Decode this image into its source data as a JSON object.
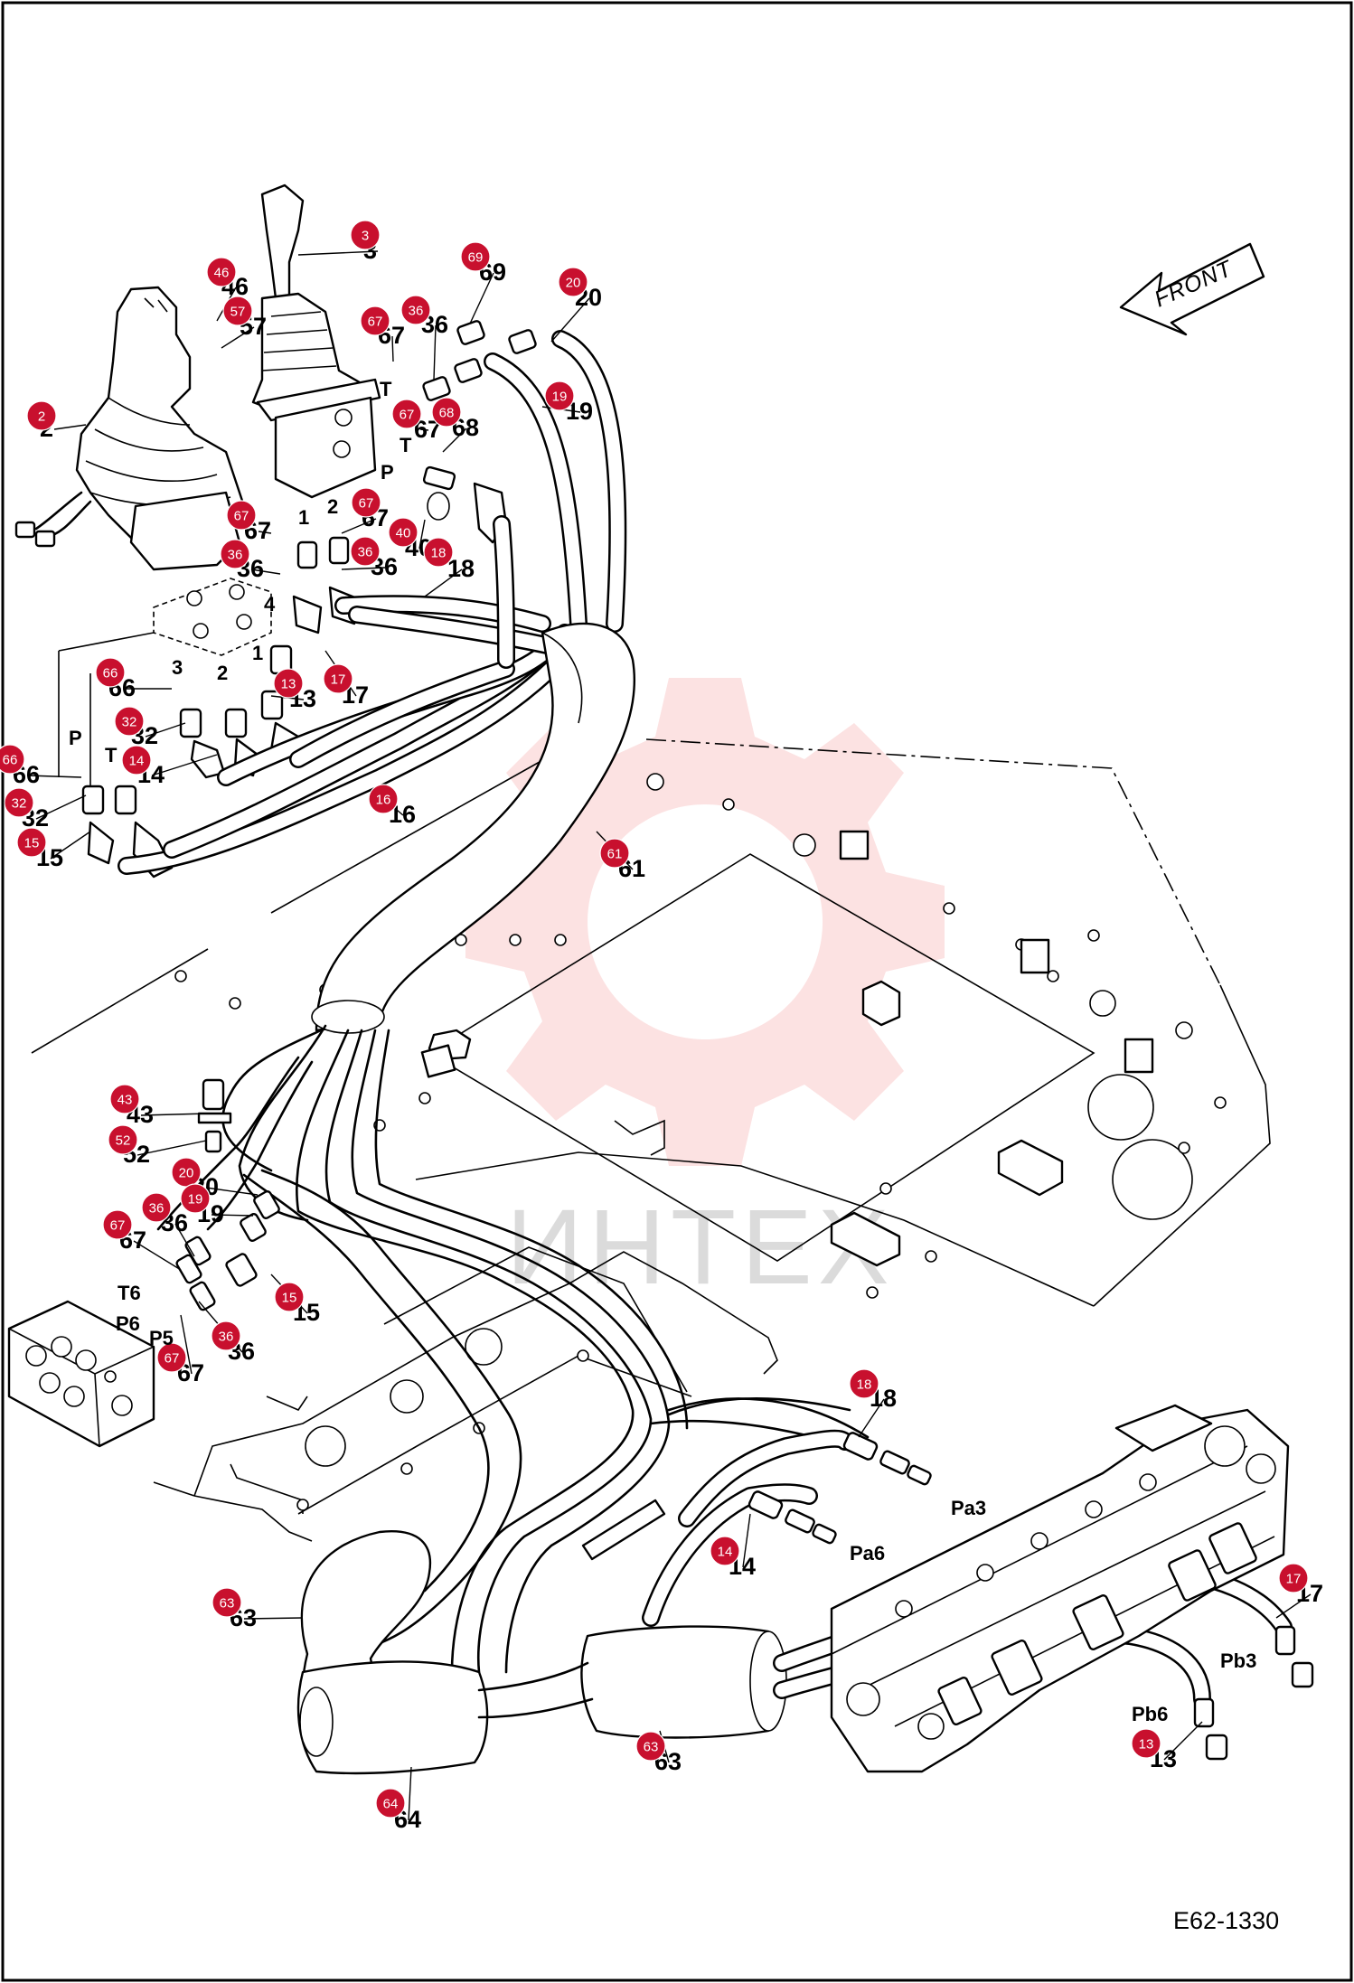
{
  "drawing": {
    "reference_code": "E62-1330",
    "direction_label": "FRONT",
    "watermark_text": "ИНТЕХ"
  },
  "port_labels": [
    "T",
    "T",
    "P",
    "P",
    "T",
    "T6",
    "P6",
    "P5",
    "Pa3",
    "Pa6",
    "Pb3",
    "Pb6",
    "1",
    "2",
    "4",
    "3",
    "2",
    "1"
  ],
  "callouts": [
    {
      "id": "2",
      "label": "2"
    },
    {
      "id": "3",
      "label": "3"
    },
    {
      "id": "46",
      "label": "46"
    },
    {
      "id": "57",
      "label": "57"
    },
    {
      "id": "69",
      "label": "69"
    },
    {
      "id": "20a",
      "label": "20"
    },
    {
      "id": "67a",
      "label": "67"
    },
    {
      "id": "36a",
      "label": "36"
    },
    {
      "id": "67b",
      "label": "67"
    },
    {
      "id": "68",
      "label": "68"
    },
    {
      "id": "19a",
      "label": "19"
    },
    {
      "id": "67c",
      "label": "67"
    },
    {
      "id": "67d",
      "label": "67"
    },
    {
      "id": "40",
      "label": "40"
    },
    {
      "id": "36b",
      "label": "36"
    },
    {
      "id": "36c",
      "label": "36"
    },
    {
      "id": "18a",
      "label": "18"
    },
    {
      "id": "66a",
      "label": "66"
    },
    {
      "id": "13a",
      "label": "13"
    },
    {
      "id": "17a",
      "label": "17"
    },
    {
      "id": "32a",
      "label": "32"
    },
    {
      "id": "14a",
      "label": "14"
    },
    {
      "id": "66b",
      "label": "66"
    },
    {
      "id": "32b",
      "label": "32"
    },
    {
      "id": "16",
      "label": "16"
    },
    {
      "id": "15a",
      "label": "15"
    },
    {
      "id": "61",
      "label": "61"
    },
    {
      "id": "43",
      "label": "43"
    },
    {
      "id": "52",
      "label": "52"
    },
    {
      "id": "20b",
      "label": "20"
    },
    {
      "id": "19b",
      "label": "19"
    },
    {
      "id": "36d",
      "label": "36"
    },
    {
      "id": "67e",
      "label": "67"
    },
    {
      "id": "15b",
      "label": "15"
    },
    {
      "id": "36e",
      "label": "36"
    },
    {
      "id": "67f",
      "label": "67"
    },
    {
      "id": "18b",
      "label": "18"
    },
    {
      "id": "14b",
      "label": "14"
    },
    {
      "id": "63a",
      "label": "63"
    },
    {
      "id": "63b",
      "label": "63"
    },
    {
      "id": "64",
      "label": "64"
    },
    {
      "id": "17b",
      "label": "17"
    },
    {
      "id": "13b",
      "label": "13"
    }
  ]
}
